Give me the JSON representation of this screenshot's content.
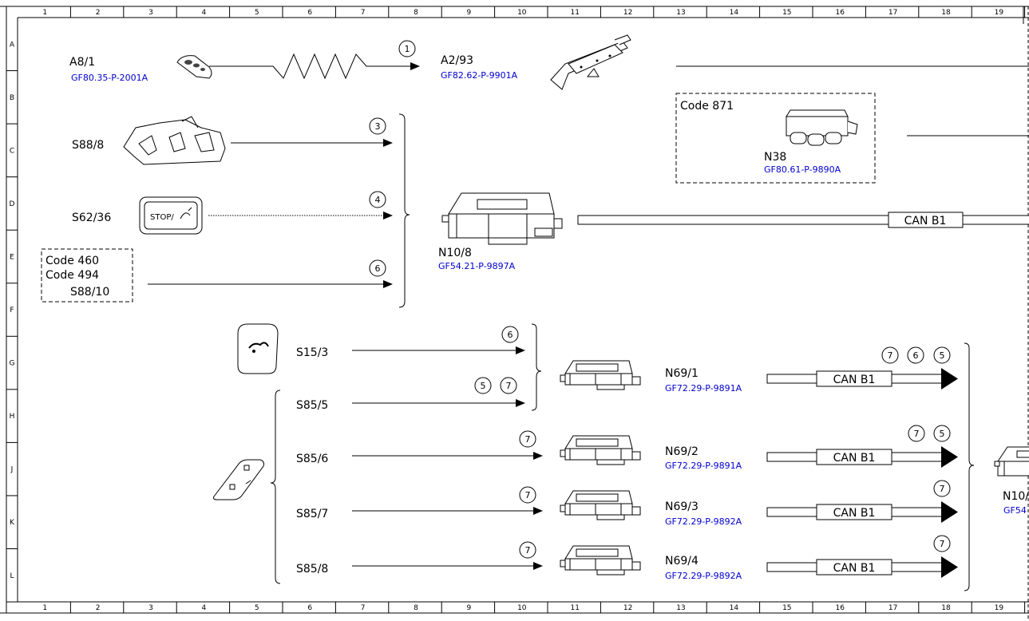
{
  "grid": {
    "columns": [
      "1",
      "2",
      "3",
      "4",
      "5",
      "6",
      "7",
      "8",
      "9",
      "10",
      "11",
      "12",
      "13",
      "14",
      "15",
      "16",
      "17",
      "18",
      "19"
    ],
    "rows": [
      "A",
      "B",
      "C",
      "D",
      "E",
      "F",
      "G",
      "H",
      "J",
      "K",
      "L"
    ]
  },
  "components": {
    "a8_1": {
      "label": "A8/1",
      "ref": "GF80.35-P-2001A"
    },
    "a2_93": {
      "label": "A2/93",
      "ref": "GF82.62-P-9901A"
    },
    "s88_8": {
      "label": "S88/8"
    },
    "s62_36": {
      "label": "S62/36",
      "button_text": "STOP/"
    },
    "code_box_1": {
      "line1": "Code 460",
      "line2": "Code 494",
      "label": "S88/10"
    },
    "n10_8": {
      "label": "N10/8",
      "ref": "GF54.21-P-9897A"
    },
    "code_box_871": {
      "code": "Code 871",
      "label": "N38",
      "ref": "GF80.61-P-9890A"
    },
    "s15_3": {
      "label": "S15/3"
    },
    "s85_5": {
      "label": "S85/5"
    },
    "s85_6": {
      "label": "S85/6"
    },
    "s85_7": {
      "label": "S85/7"
    },
    "s85_8": {
      "label": "S85/8"
    },
    "n69_1": {
      "label": "N69/1",
      "ref": "GF72.29-P-9891A"
    },
    "n69_2": {
      "label": "N69/2",
      "ref": "GF72.29-P-9891A"
    },
    "n69_3": {
      "label": "N69/3",
      "ref": "GF72.29-P-9892A"
    },
    "n69_4": {
      "label": "N69/4",
      "ref": "GF72.29-P-9892A"
    },
    "n10_right": {
      "label": "N10/",
      "ref": "GF54"
    }
  },
  "bus": {
    "can_label": "CAN B1"
  },
  "markers": {
    "m_a8": "1",
    "m_s88_8": "3",
    "m_s62": "4",
    "m_s88_10": "6",
    "m_s15": "6",
    "m_s85_5_a": "5",
    "m_s85_5_b": "7",
    "m_s85_6": "7",
    "m_s85_7": "7",
    "m_s85_8": "7",
    "m_n69_1_a": "7",
    "m_n69_1_b": "6",
    "m_n69_1_c": "5",
    "m_n69_2_a": "7",
    "m_n69_2_b": "5",
    "m_n69_3": "7",
    "m_n69_4": "7"
  }
}
